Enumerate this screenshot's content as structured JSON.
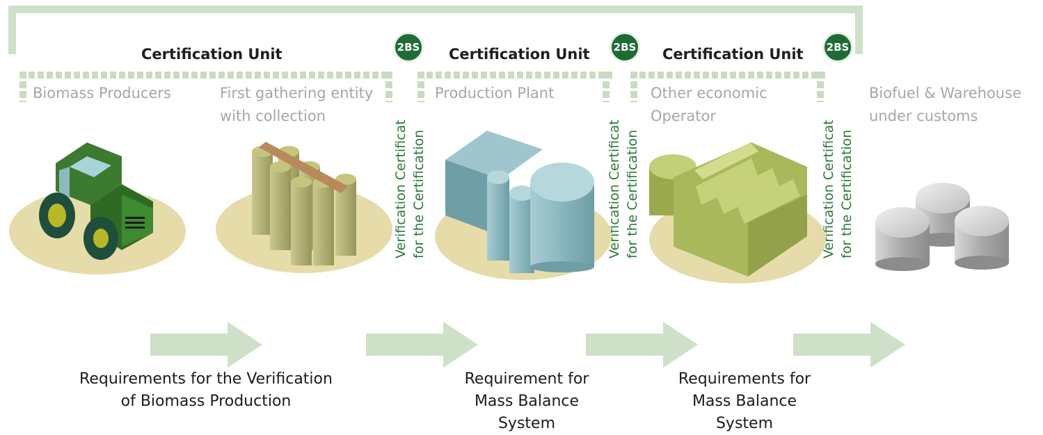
{
  "units": [
    {
      "title": "Certification Unit",
      "logo": "2BS"
    },
    {
      "title": "Certification Unit",
      "logo": "2BS"
    },
    {
      "title": "Certification Unit",
      "logo": "2BS"
    }
  ],
  "stages": [
    {
      "label": "Biomass Producers",
      "icon": "tractor-icon"
    },
    {
      "label": "First gathering entity\nwith collection",
      "icon": "silos-icon"
    },
    {
      "label": "Production Plant",
      "icon": "plant-icon"
    },
    {
      "label": "Other economic\nOperator",
      "icon": "factory-icon"
    },
    {
      "label": "Biofuel & Warehouse\nunder customs",
      "icon": "tanks-icon"
    }
  ],
  "verification": [
    {
      "text": "Verification Certificat\nfor the Certification"
    },
    {
      "text": "Verification Certificat\nfor the Certification"
    },
    {
      "text": "Verification Certificat\nfor the Certification"
    }
  ],
  "requirements": [
    {
      "text": "Requirements for the Verification\nof Biomass Production"
    },
    {
      "text": "Requirement for\nMass Balance\nSystem"
    },
    {
      "text": "Requirements for\nMass Balance\nSystem"
    }
  ],
  "colors": {
    "bracket": "#cfe0c8",
    "logo": "#1e6b36",
    "verification_text": "#2a7a3a",
    "stage_text": "#a6a6a6",
    "ground": "#e6dcaa",
    "arrow": "#cfe0c8"
  }
}
